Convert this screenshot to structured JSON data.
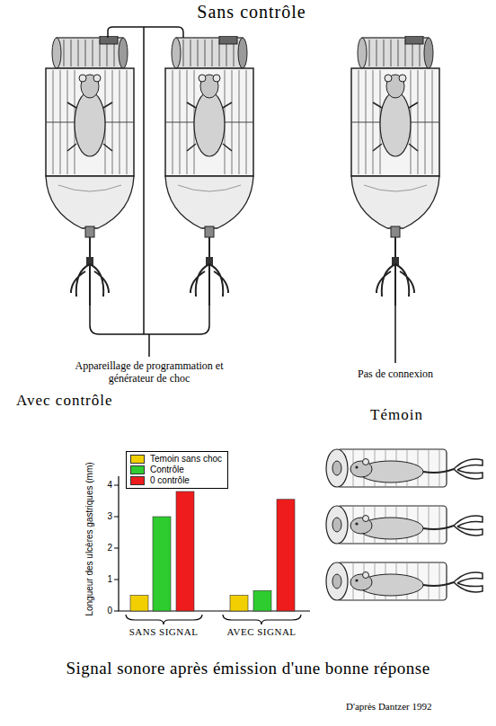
{
  "diagram": {
    "title": "Sans contrôle",
    "caption": "Signal sonore après émission d'une bonne réponse",
    "labels": [
      "Appareillage de programmation et générateur de choc",
      "Pas de connexion",
      "Avec contrôle",
      "Témoin",
      "Longueur des ulcères gastriques (mm)",
      "0",
      "1",
      "2",
      "3",
      "4",
      "SANS SIGNAL",
      "AVEC SIGNAL",
      "D'après Dantzer 1992"
    ],
    "legend": [
      {
        "text": "Temoin sans choc",
        "color": "#f2cf00"
      },
      {
        "text": "Contrôle",
        "color": "#2ecc2e"
      },
      {
        "text": "0 contrôle",
        "color": "#ee1c1c"
      }
    ]
  }
}
